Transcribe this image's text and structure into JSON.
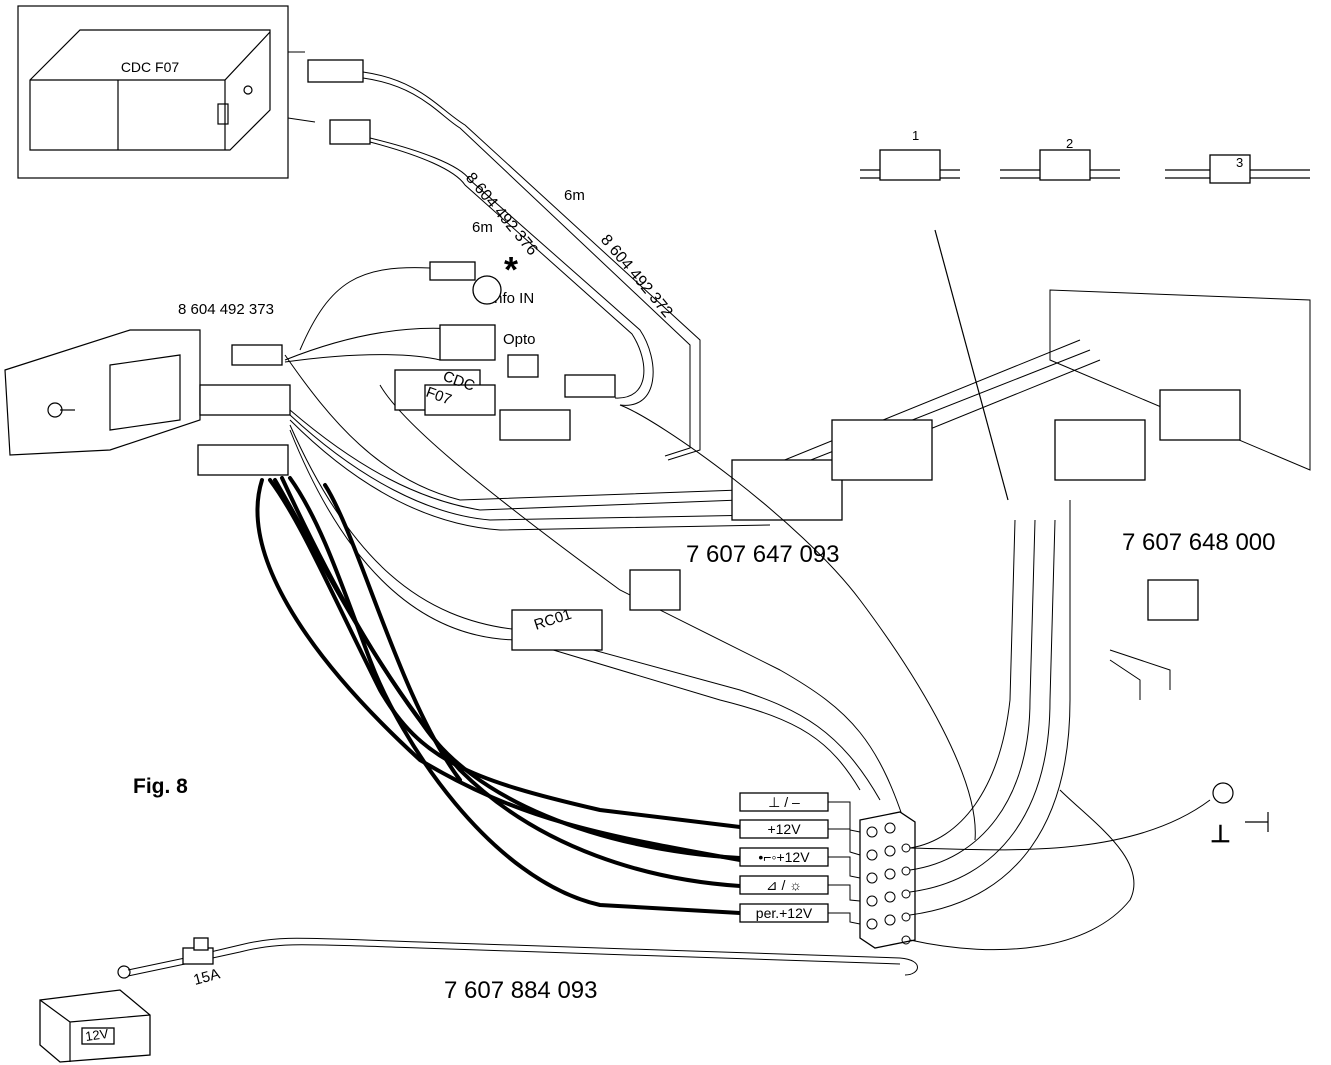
{
  "figure": {
    "label": "Fig. 8"
  },
  "labels": {
    "changer": "CDC F07",
    "cable_372": "8 604 492 372",
    "cable_376": "8 604 492 376",
    "length_a": "6m",
    "length_b": "6m",
    "info_in": "Info IN",
    "asterisk": "*",
    "cable_373": "8 604 492 373",
    "opto": "Opto",
    "cdc_connector_1": "CDC",
    "cdc_connector_2": "F07",
    "rc_connector": "RC01",
    "harness_a": "7 607 647 093",
    "harness_b": "7 607 648 000",
    "harness_c": "7 607 884 093",
    "fuse": "15A",
    "battery": "12V",
    "ground_symbol": "⊥"
  },
  "clip_steps": [
    "1",
    "2",
    "3"
  ],
  "terminals": [
    {
      "label": "⊥ / –"
    },
    {
      "label": "+12V"
    },
    {
      "label": "•⌐◦+12V"
    },
    {
      "label": "⊿ / ☼"
    },
    {
      "label": "per.+12V"
    }
  ]
}
